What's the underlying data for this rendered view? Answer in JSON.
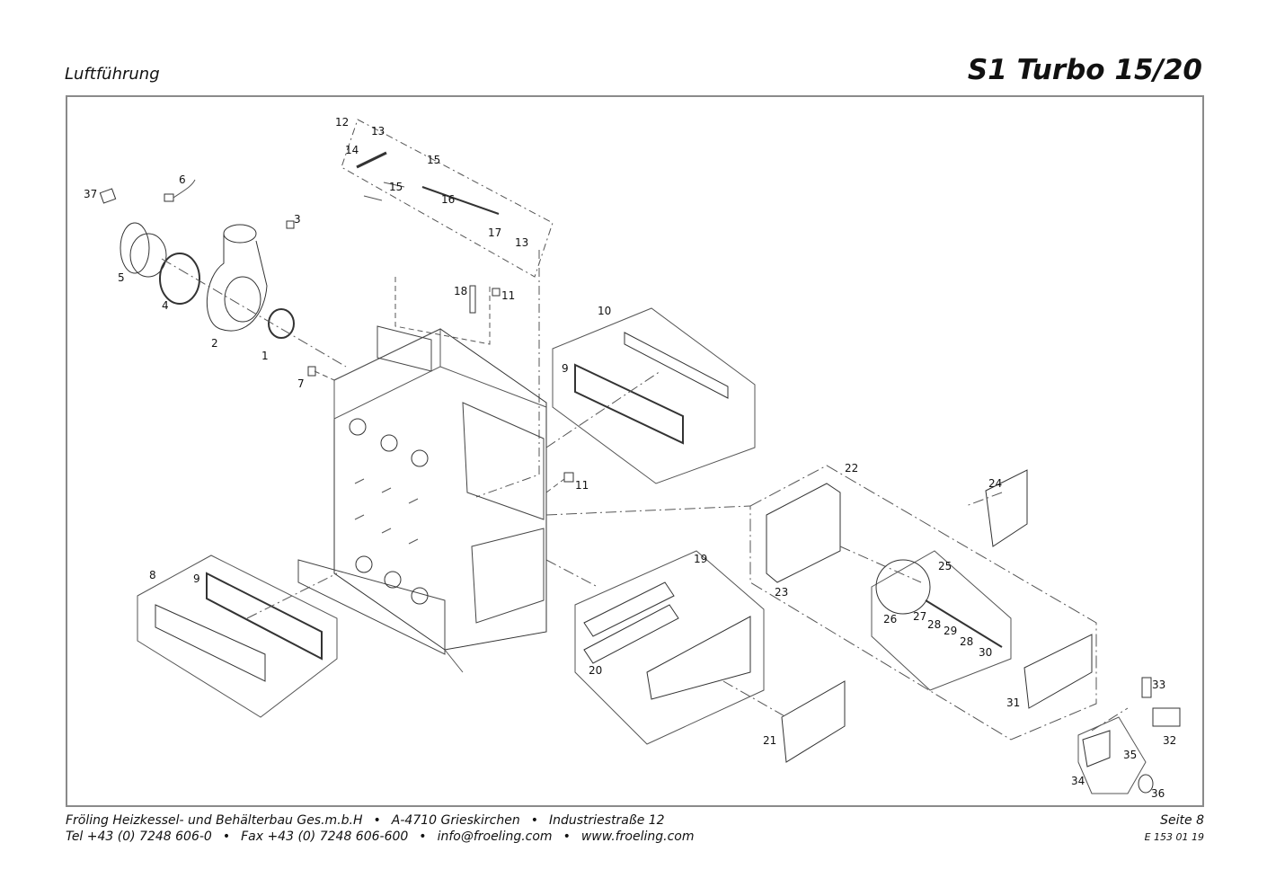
{
  "header": {
    "section_title": "Luftführung",
    "model_title": "S1 Turbo 15/20"
  },
  "diagram": {
    "part_labels": [
      "12",
      "13",
      "14",
      "15",
      "15",
      "16",
      "17",
      "13",
      "6",
      "37",
      "3",
      "5",
      "4",
      "2",
      "1",
      "18",
      "11",
      "10",
      "9",
      "7",
      "11",
      "22",
      "24",
      "23",
      "25",
      "26",
      "27",
      "28",
      "29",
      "28",
      "30",
      "8",
      "9",
      "19",
      "20",
      "21",
      "31",
      "33",
      "32",
      "35",
      "34",
      "36"
    ]
  },
  "footer": {
    "line1": {
      "company": "Fröling Heizkessel- und Behälterbau Ges.m.b.H",
      "address": "A-4710 Grieskirchen",
      "street": "Industriestraße 12",
      "page": "Seite 8"
    },
    "line2": {
      "tel": "Tel +43 (0) 7248 606-0",
      "fax": "Fax +43 (0) 7248 606-600",
      "email": "info@froeling.com",
      "web": "www.froeling.com",
      "doc_code": "E 153 01 19"
    },
    "bullet": "•"
  }
}
